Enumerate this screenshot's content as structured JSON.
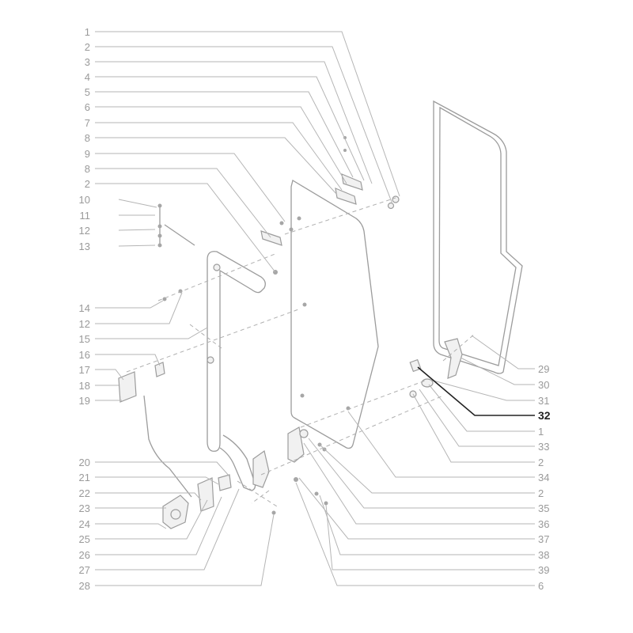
{
  "colors": {
    "callout": "#9a9a9a",
    "highlight": "#222222",
    "line": "#9c9c9c"
  },
  "callouts_left": [
    "1",
    "2",
    "3",
    "4",
    "5",
    "6",
    "7",
    "8",
    "9",
    "8",
    "2",
    "10",
    "11",
    "12",
    "13",
    "14",
    "12",
    "15",
    "16",
    "17",
    "18",
    "19",
    "20",
    "21",
    "22",
    "23",
    "24",
    "25",
    "26",
    "27",
    "28"
  ],
  "callouts_right": [
    "29",
    "30",
    "31",
    "32",
    "1",
    "33",
    "2",
    "34",
    "2",
    "35",
    "36",
    "37",
    "38",
    "39",
    "6"
  ],
  "highlighted_callout": "32",
  "parts": [
    "door-glass-seal-frame",
    "door-glass-panel",
    "door-grab-handle",
    "door-latch-rod",
    "door-lock-assembly",
    "door-upper-hinge",
    "door-lower-hinge",
    "door-catch-bracket",
    "fastener-bolts"
  ]
}
